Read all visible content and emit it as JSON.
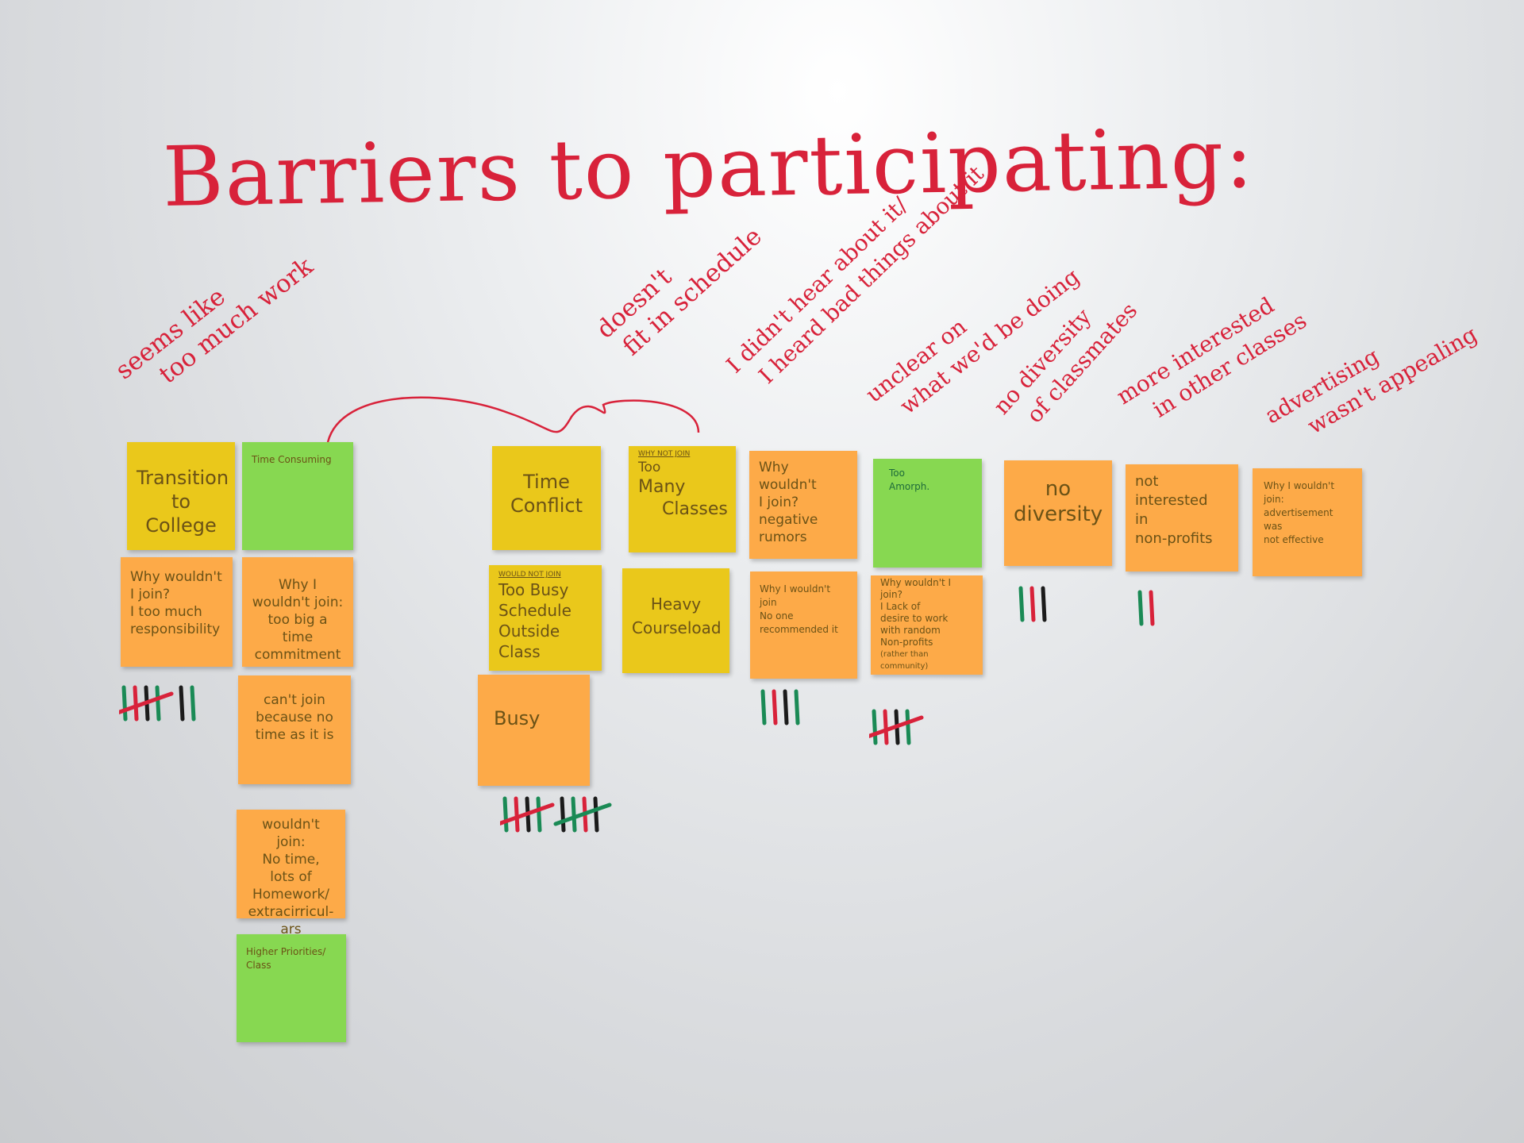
{
  "title": "Barriers to participating:",
  "categories": {
    "c1": [
      "seems like",
      "too much work"
    ],
    "c2": [
      "doesn't",
      "fit in schedule"
    ],
    "c3": [
      "I didn't hear about it/",
      "I heard bad things about it"
    ],
    "c4": [
      "unclear on",
      "what we'd be doing"
    ],
    "c5": [
      "no diversity",
      "of classmates"
    ],
    "c6": [
      "more interested",
      "in other classes"
    ],
    "c7": [
      "advertising",
      "wasn't appealing"
    ]
  },
  "notes": {
    "n1": [
      "Transition",
      "to",
      "College"
    ],
    "n2": [
      "Time Consuming"
    ],
    "n3": [
      "Why wouldn't",
      "I join?",
      "I too much",
      "responsibility"
    ],
    "n4": [
      "Why I",
      "wouldn't join:",
      "too big a time",
      "commitment"
    ],
    "n5": [
      "can't join",
      "because no",
      "time as it is"
    ],
    "n6": [
      "wouldn't",
      "join:",
      "No time,",
      "lots of",
      "Homework/",
      "extracirricul-",
      "ars"
    ],
    "n7": [
      "Higher Priorities/",
      "Class"
    ],
    "n8": [
      "Time",
      "Conflict"
    ],
    "n9_header": "Why Not Join",
    "n9": [
      "Too",
      "Many",
      "Classes"
    ],
    "n10_header": "Would Not Join",
    "n10": [
      "Too Busy",
      "Schedule",
      "Outside Class"
    ],
    "n11": [
      "Heavy",
      "Courseload"
    ],
    "n12": [
      "Busy"
    ],
    "n13": [
      "Why wouldn't",
      "I join?",
      "negative",
      "rumors"
    ],
    "n14": [
      "Why I wouldn't",
      "join",
      "No one",
      "recommended it"
    ],
    "n15": [
      "Too",
      "Amorph."
    ],
    "n16": [
      "Why wouldn't I",
      "join?",
      "I Lack of",
      "desire to work",
      "with random",
      "Non-profits",
      "(rather than community)"
    ],
    "n17": [
      "no",
      "diversity"
    ],
    "n18": [
      "not interested",
      "in",
      "non-profits"
    ],
    "n19": [
      "Why I wouldn't",
      "join:",
      "advertisement was",
      "not effective"
    ]
  },
  "tallies": {
    "t1": 7,
    "t2": 10,
    "t3": 4,
    "t4": 5,
    "t5": 3,
    "t6": 2
  },
  "colors": {
    "marker_red": "#d8223a",
    "sticky_yellow": "#eac81b",
    "sticky_orange": "#fdaa48",
    "sticky_green": "#87d851",
    "tally_green": "#1a8a55",
    "tally_black": "#1b1b1b"
  }
}
